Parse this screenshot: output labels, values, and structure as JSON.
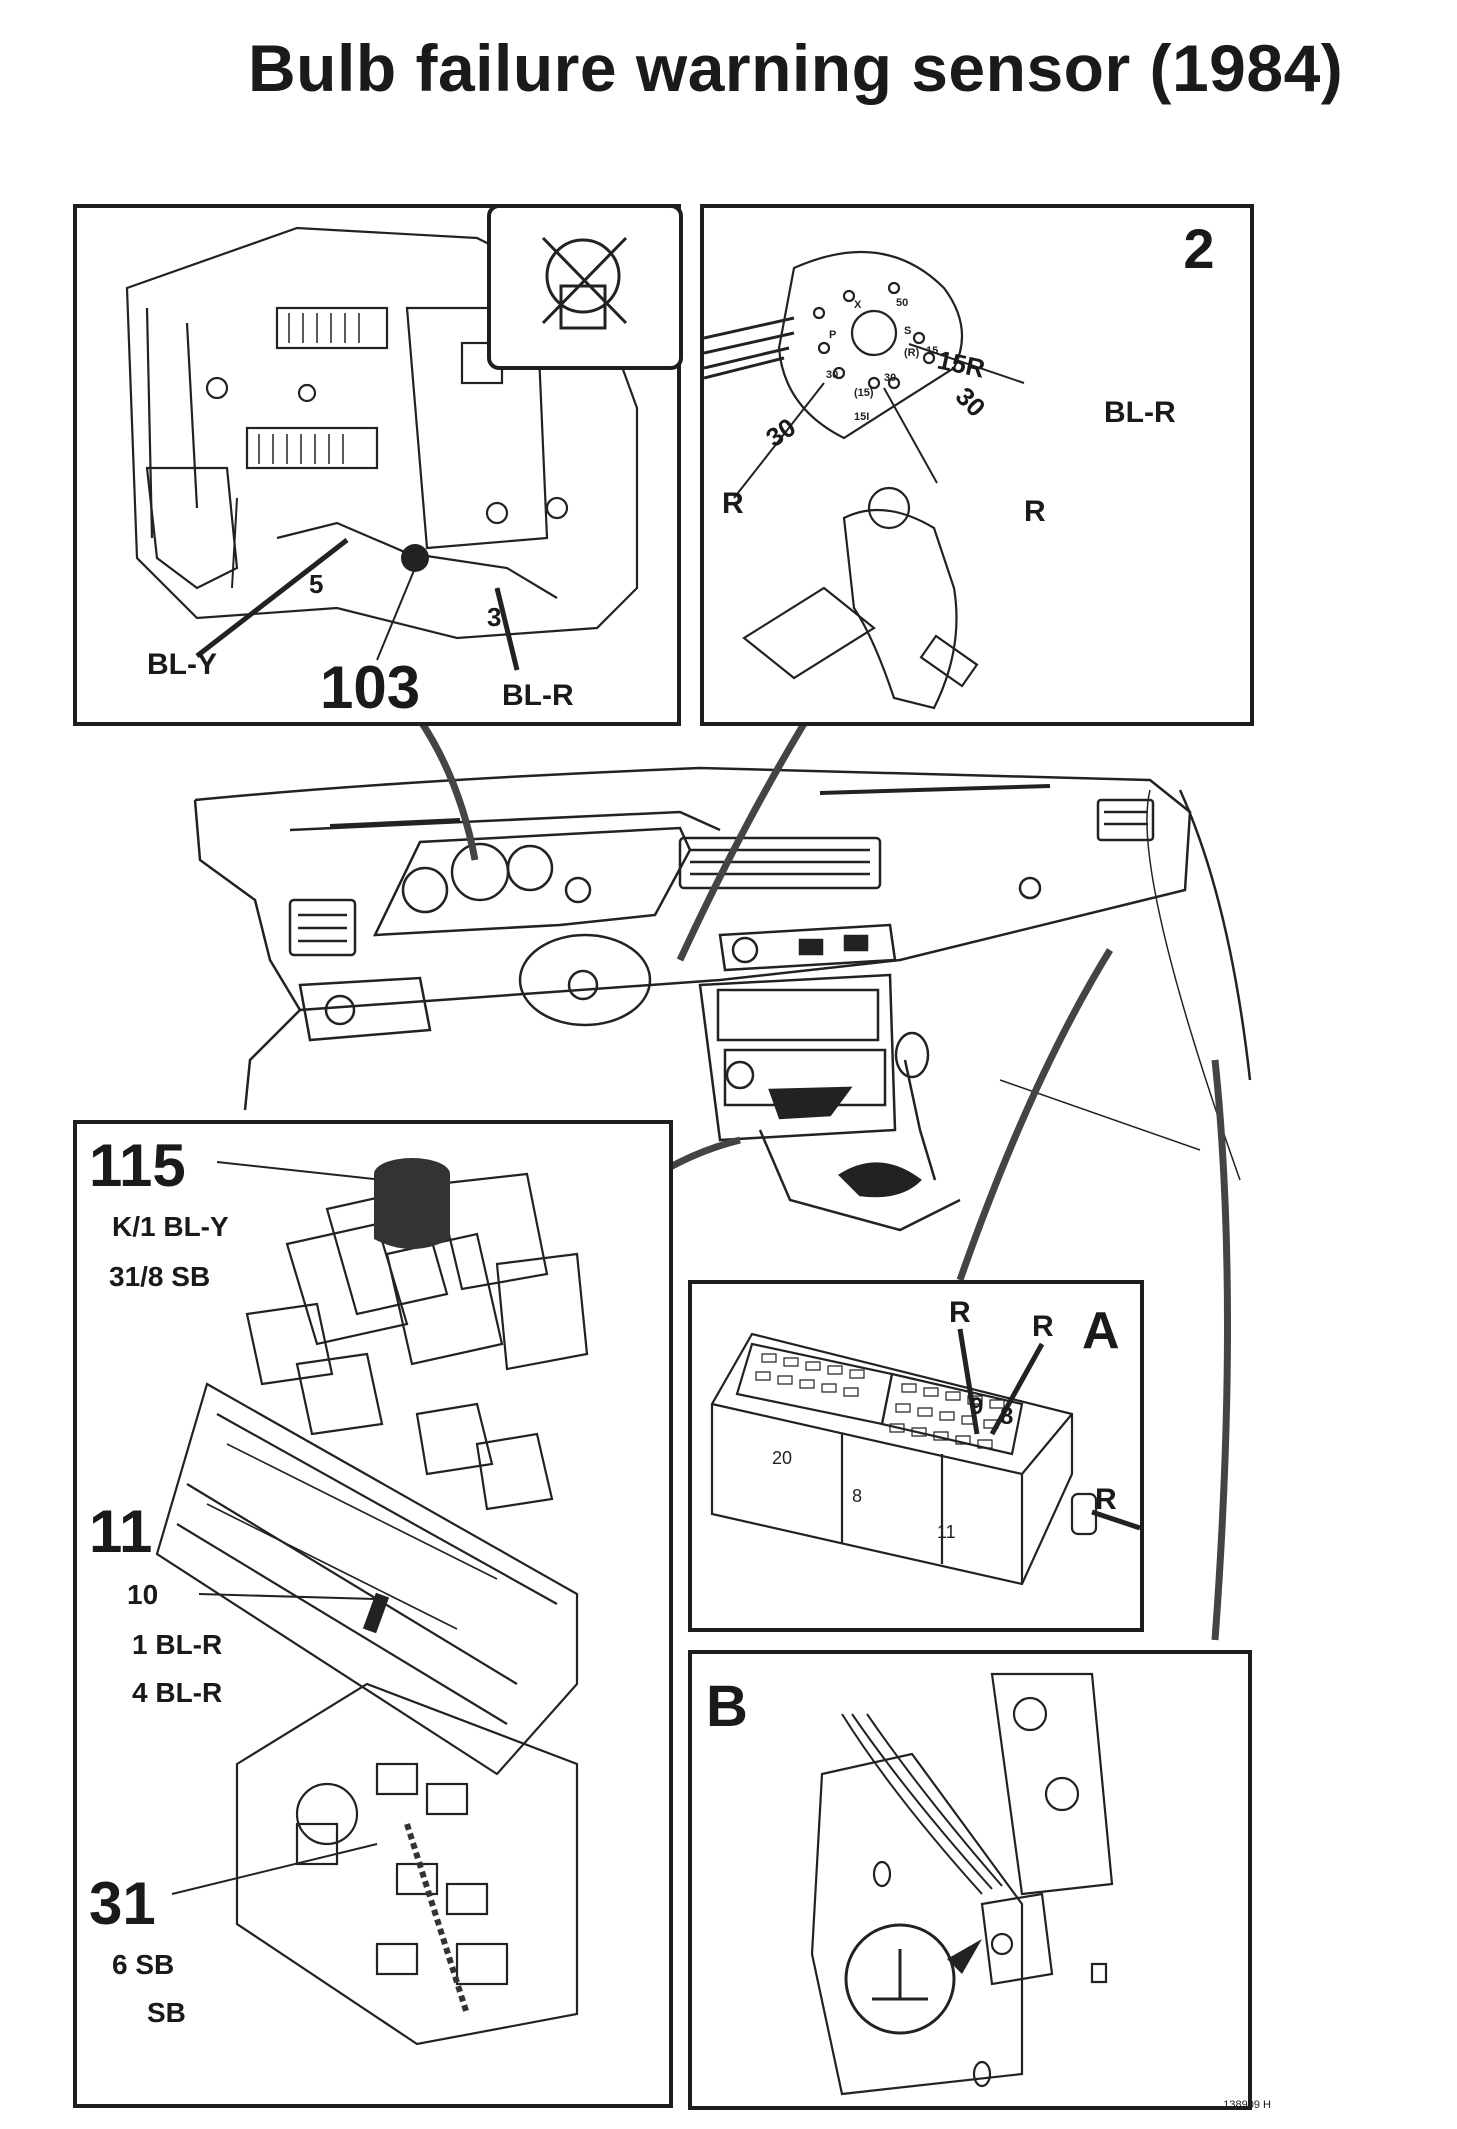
{
  "title": "Bulb failure warning sensor (1984)",
  "reference_code": "138909 H",
  "panels": {
    "instrument_cluster": {
      "labels": {
        "pin_5": "5",
        "wire_bl_y": "BL-Y",
        "component_103": "103",
        "pin_3": "3",
        "wire_bl_r": "BL-R"
      },
      "inset_icon": "bulb-failure-icon"
    },
    "ignition_switch": {
      "number": "2",
      "labels": {
        "terminal_15r": "15R",
        "wire_bl_r": "BL-R",
        "terminal_30_left": "30",
        "terminal_30_right": "30",
        "wire_r_left": "R",
        "wire_r_right": "R",
        "t_x": "X",
        "t_50": "50",
        "t_s": "S",
        "t_p": "P",
        "t_r": "(R)",
        "t_15": "15",
        "t_30a": "30",
        "t_15b": "(15)",
        "t_30b": "30",
        "t_15i": "15I"
      }
    },
    "relay_fuse_box": {
      "items": [
        {
          "number": "115",
          "lines": [
            "K/1 BL-Y",
            "31/8 SB"
          ]
        },
        {
          "number": "11",
          "sub": "10",
          "lines": [
            "1 BL-R",
            "4 BL-R"
          ]
        },
        {
          "number": "31",
          "lines": [
            "6 SB",
            "SB"
          ]
        }
      ]
    },
    "connector_a": {
      "letter": "A",
      "labels": {
        "r1": "R",
        "r2": "R",
        "r3": "R",
        "pin_9": "9",
        "pin_8_top": "8",
        "pin_20": "20",
        "pin_8": "8",
        "pin_11": "11"
      }
    },
    "ground_b": {
      "letter": "B",
      "icon": "ground-symbol-icon"
    }
  }
}
